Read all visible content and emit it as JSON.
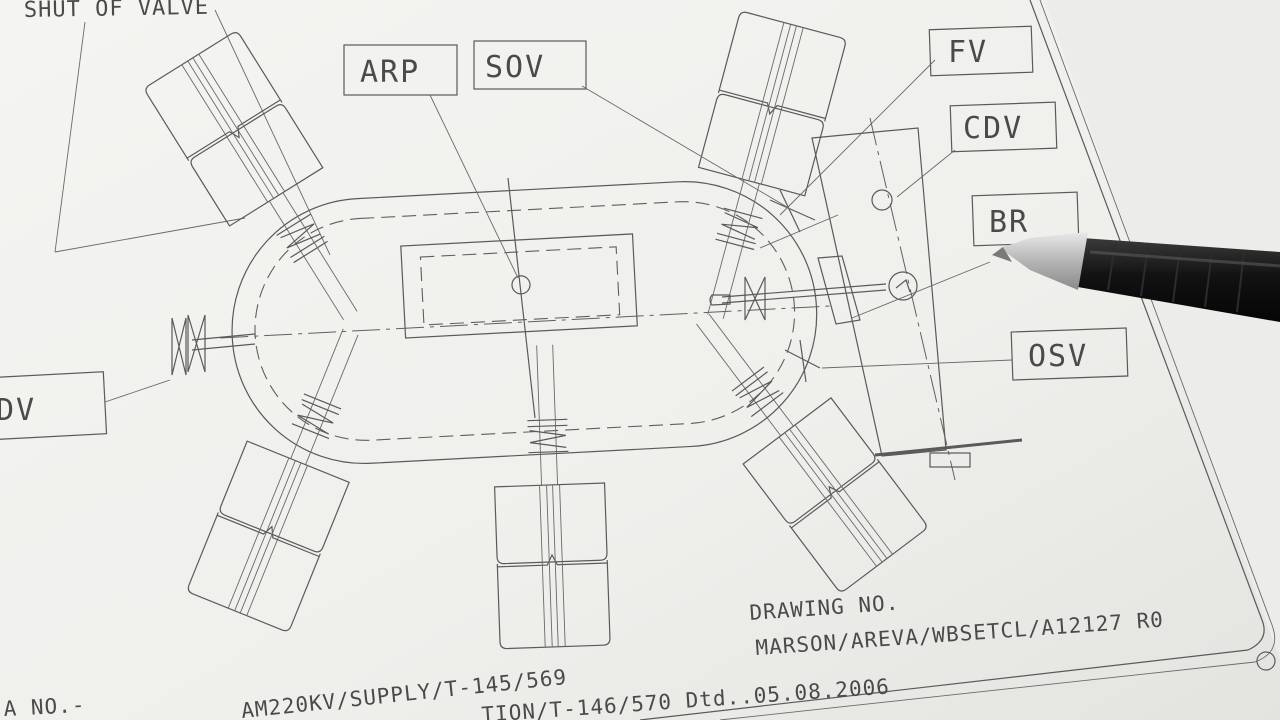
{
  "diagram": {
    "header_text": "SHUT OF VALVE",
    "labels": {
      "arp": "ARP",
      "sov": "SOV",
      "fv": "FV",
      "cdv": "CDV",
      "br": "BR",
      "osv": "OSV",
      "dv_left": "DV"
    },
    "title_block": {
      "drawing_no_label": "DRAWING NO.",
      "drawing_no_value": "MARSON/AREVA/WBSETCL/A12127 R0",
      "line_1": "AM220KV/SUPPLY/T-145/569",
      "line_2": "TION/T-146/570 Dtd..05.08.2006",
      "left_fragment": "A NO.-"
    }
  },
  "colors": {
    "paper": "#f3f3f1",
    "ink": "#5a5a5a",
    "pen_body": "#1c1c1c",
    "pen_tip": "#c9c9c9"
  }
}
